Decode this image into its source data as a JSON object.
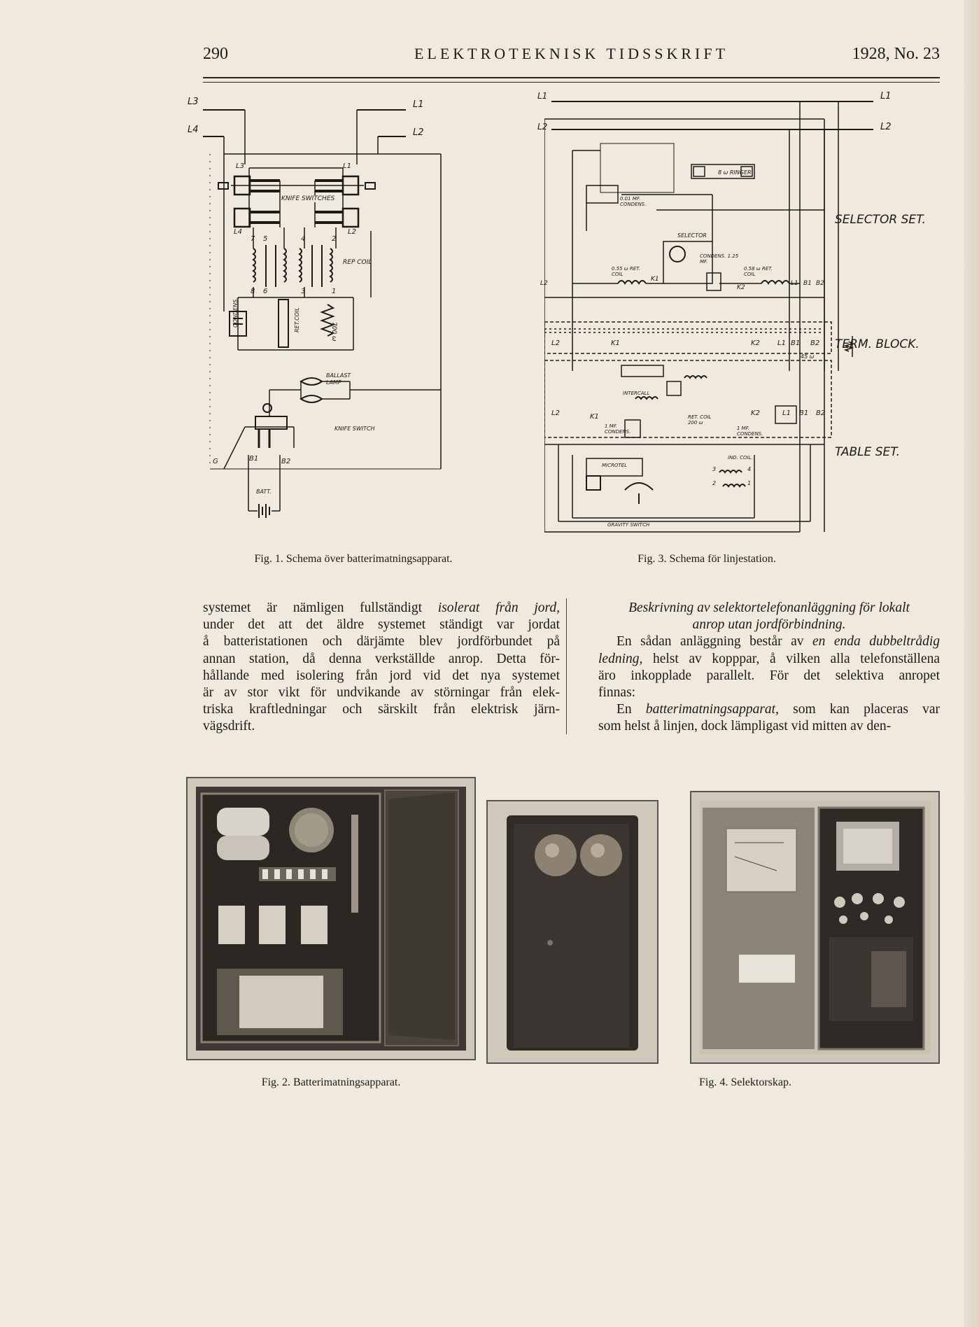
{
  "header": {
    "page_number": "290",
    "journal_title": "ELEKTROTEKNISK TIDSSKRIFT",
    "issue": "1928, No. 23"
  },
  "fig1": {
    "caption": "Fig. 1. Schema över batterimatningsapparat.",
    "labels": {
      "l3_left": "L3",
      "l4_left": "L4",
      "l1_top": "L1",
      "l2_top": "L2",
      "knife_switches": "KNIFE SWITCHES",
      "l3_inner": "L3",
      "l1_inner": "L1",
      "l4_inner": "L4",
      "l2_inner": "L2",
      "rep_coil": "REP COIL",
      "t7": "7",
      "t5": "5",
      "t4": "4",
      "t2": "2",
      "t8": "8",
      "t6": "6",
      "t3": "3",
      "t1": "1",
      "condens": "CONDENS.",
      "ret_coil": "RET.COIL",
      "ohm700": "700 ω",
      "ballast_lamp_1": "BALLAST",
      "ballast_lamp_2": "LAMP",
      "knife_switch": "KNIFE SWITCH",
      "g": "G",
      "b1": "B1",
      "b2": "B2",
      "batt": "BATT."
    }
  },
  "fig3": {
    "caption": "Fig. 3. Schema för linjestation.",
    "labels": {
      "l1": "L1",
      "l2": "L2",
      "l1r": "L1",
      "l2r": "L2",
      "ringer": "8 ω RINGER",
      "condens_001": "0.01 MF. CONDENS.",
      "selector": "SELECTOR",
      "condens_125": "CONDENS. 1.25 MF.",
      "retcoil_055": "0.55 ω RET. COIL",
      "retcoil_058": "0.58 ω RET. COIL",
      "selector_set": "SELECTOR SET.",
      "term_block": "TERM. BLOCK.",
      "table_set": "TABLE SET.",
      "l2a": "L2",
      "k1": "K1",
      "k2": "K2",
      "l1a": "L1",
      "b1": "B1",
      "b2": "B2",
      "l2b": "L2",
      "k1b": "K1",
      "k2b": "K2",
      "l1b": "L1",
      "b1b": "B1",
      "b2b": "B2",
      "l2c": "L2",
      "k1c": "K1",
      "k2c": "K2",
      "l1c": "L1",
      "b1c": "B1",
      "b2c": "B2",
      "ohm45": "45 ω",
      "intercall": "INTERCALL",
      "ret_coil_200": "RET. COIL 200 ω",
      "condens_1": "1 MF. CONDENS.",
      "condens_1b": "1 MF. CONDENS.",
      "ind_coil": "IND. COIL.",
      "microtel": "MICROTEL",
      "gravity_switch": "GRAVITY SWITCH",
      "t3": "3",
      "t4": "4",
      "t2": "2",
      "t1": "1"
    }
  },
  "left_column": {
    "paragraph": "systemet är nämligen fullständigt isolerat från jord, under det att det äldre systemet ständigt var jordat å batteristationen och därjämte blev jordförbundet på annan station, då denna verkställde anrop. Detta förhållande med isolering från jord vid det nya systemet är av stor vikt för undvikande av störningar från elektriska kraftledningar och särskilt från elektrisk järnvägsdrift.",
    "lines": [
      {
        "a": "systemet är nämligen fullständigt ",
        "i": "isolerat från jord,",
        "b": ""
      },
      {
        "a": "under det att det äldre systemet ständigt var jordat",
        "i": "",
        "b": ""
      },
      {
        "a": "å batteristationen och därjämte blev jordförbundet på",
        "i": "",
        "b": ""
      },
      {
        "a": "annan station, då denna verkställde anrop. Detta för-",
        "i": "",
        "b": ""
      },
      {
        "a": "hållande med isolering från jord vid det nya systemet",
        "i": "",
        "b": ""
      },
      {
        "a": "är av stor vikt för undvikande av störningar från elek-",
        "i": "",
        "b": ""
      },
      {
        "a": "triska kraftledningar och särskilt från elektrisk järn-",
        "i": "",
        "b": ""
      },
      {
        "a": "vägsdrift.",
        "i": "",
        "b": ""
      }
    ]
  },
  "right_column": {
    "heading_line1": "Beskrivning av selektortelefonanläggning för lokalt",
    "heading_line2": "anrop utan jordförbindning.",
    "lines": [
      {
        "a": "En sådan anläggning består av ",
        "i": "en enda dubbeltrådig",
        "b": ""
      },
      {
        "a": "",
        "i": "ledning,",
        "b": " helst av kopppar, å vilken alla telefonställena"
      },
      {
        "a": "äro inkopplade parallelt. För det selektiva anropet",
        "i": "",
        "b": ""
      },
      {
        "a": "finnas:",
        "i": "",
        "b": ""
      },
      {
        "a": "En ",
        "i": "batterimatningsapparat,",
        "b": " som kan placeras var"
      },
      {
        "a": "som helst å linjen, dock lämpligast vid mitten av den-",
        "i": "",
        "b": ""
      }
    ]
  },
  "fig2": {
    "caption": "Fig. 2. Batterimatningsapparat."
  },
  "fig4": {
    "caption": "Fig. 4. Selektorskap."
  },
  "colors": {
    "paper": "#efe9de",
    "ink": "#1d1a16",
    "photo_dark": "#2c2925"
  }
}
